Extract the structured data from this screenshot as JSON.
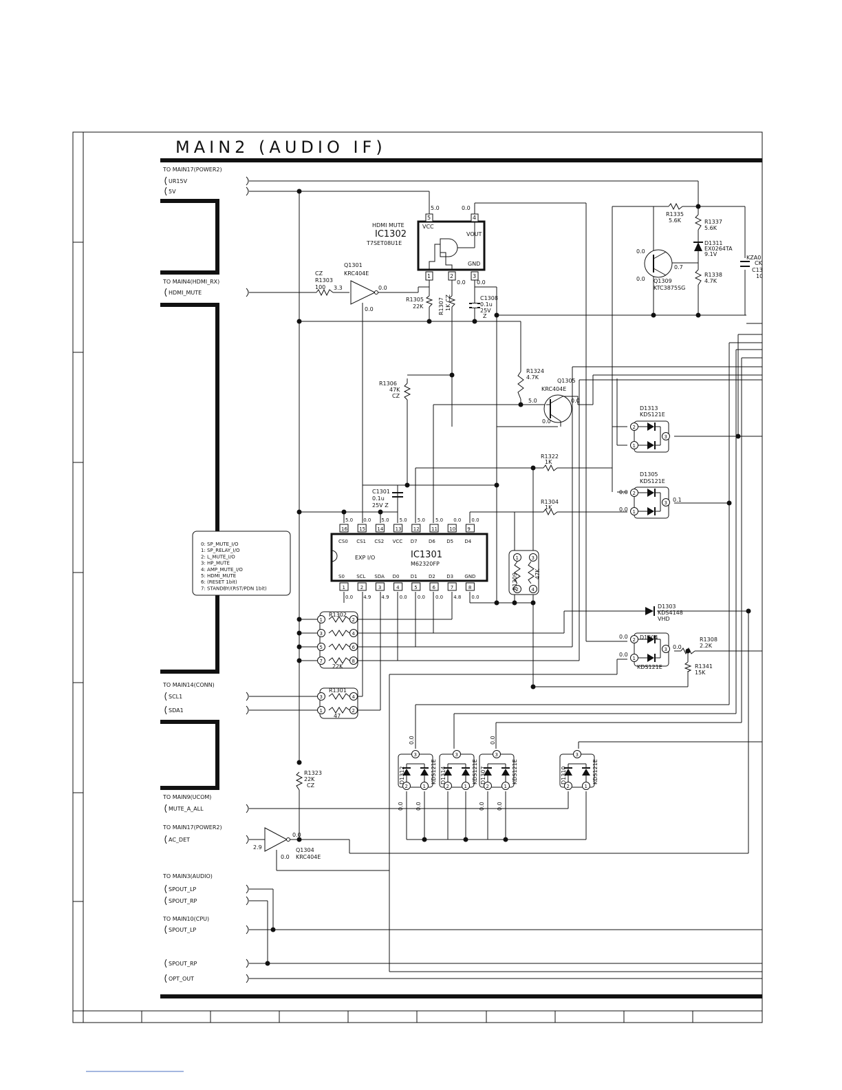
{
  "title": "MAIN2 (AUDIO IF)",
  "connectors": {
    "power2_top": {
      "label": "TO MAIN17(POWER2)",
      "pins": [
        "UR15V",
        "5V"
      ]
    },
    "hdmi_rx": {
      "label": "TO MAIN4(HDMI_RX)",
      "pins": [
        "HDMI_MUTE"
      ]
    },
    "conn": {
      "label": "TO MAIN14(CONN)",
      "pins": [
        "SCL1",
        "SDA1"
      ]
    },
    "ucom": {
      "label": "TO MAIN9(UCOM)",
      "pins": [
        "MUTE_A_ALL"
      ]
    },
    "power2_bot": {
      "label": "TO MAIN17(POWER2)",
      "pins": [
        "AC_DET"
      ]
    },
    "audio": {
      "label": "TO MAIN3(AUDIO)",
      "pins": [
        "SPOUT_LP",
        "SPOUT_RP"
      ]
    },
    "cpu": {
      "label": "TO MAIN10(CPU)",
      "pins": [
        "SPOUT_LP",
        "SPOUT_RP",
        "OPT_OUT"
      ]
    }
  },
  "ic1302": {
    "role": "HDMI MUTE",
    "ref": "IC1302",
    "part": "T7SET08U1E",
    "pins_top": [
      "5",
      "4"
    ],
    "pins_bottom": [
      "1",
      "2",
      "3"
    ],
    "pin_names": [
      "VCC",
      "VOUT",
      "GND"
    ],
    "volts": [
      "5.0",
      "0.0",
      "0.0",
      "0.0"
    ]
  },
  "ic1301": {
    "role": "EXP I/O",
    "ref": "IC1301",
    "part": "M62320FP",
    "top_pins": [
      "16",
      "15",
      "14",
      "13",
      "12",
      "11",
      "10",
      "9"
    ],
    "top_names": [
      "CS0",
      "CS1",
      "CS2",
      "VCC",
      "D7",
      "D6",
      "D5",
      "D4"
    ],
    "top_volts": [
      "5.0",
      "0.0",
      "5.0",
      "5.0",
      "5.0",
      "5.0",
      "0.0",
      "0.0"
    ],
    "bottom_pins": [
      "1",
      "2",
      "3",
      "4",
      "5",
      "6",
      "7",
      "8"
    ],
    "bottom_names": [
      "S0",
      "SCL",
      "SDA",
      "D0",
      "D1",
      "D2",
      "D3",
      "GND"
    ],
    "bottom_volts": [
      "0.0",
      "4.9",
      "4.9",
      "0.0",
      "0.0",
      "0.0",
      "4.8",
      "0.0"
    ]
  },
  "legend": [
    "0:  SP_MUTE_I/O",
    "1:  SP_RELAY_I/O",
    "2:  L_MUTE_I/O",
    "3:  HP_MUTE",
    "4:  AMP_MUTE_I/O",
    "5:  HDMI_MUTE",
    "6:  (RESET 1bit)",
    "7:  STANDBY/(RST/PDN 1bit)"
  ],
  "transistors": {
    "q1301": {
      "ref": "Q1301",
      "part": "KRC404E",
      "v_in": "3.3",
      "v_out": "0.0",
      "v_e": "0.0"
    },
    "q1305": {
      "ref": "Q1305",
      "part": "KRC404E",
      "v_in": "5.0",
      "v_out": "0.0",
      "v_e": "0.0"
    },
    "q1304": {
      "ref": "Q1304",
      "part": "KRC404E",
      "v_in": "2.9",
      "v_out": "0.0",
      "v_e": "0.0"
    },
    "q1309": {
      "ref": "Q1309",
      "part": "KTC3875SG",
      "v_b": "0.0",
      "v_e": "0.7",
      "v_c": "0.0"
    }
  },
  "resistors": {
    "r1303": {
      "tag": "CZ",
      "ref": "R1303",
      "val": "100"
    },
    "r1305": {
      "ref": "R1305",
      "val": "22K"
    },
    "r1307": {
      "ref": "R1307",
      "val": "1K CZ"
    },
    "r1306": {
      "ref": "R1306",
      "val": "47K",
      "tag": "CZ"
    },
    "r1324": {
      "ref": "R1324",
      "val": "4.7K"
    },
    "r1322": {
      "ref": "R1322",
      "val": "1K"
    },
    "r1304": {
      "ref": "R1304",
      "val": "1K"
    },
    "r1335": {
      "ref": "R1335",
      "val": "5.6K"
    },
    "r1337": {
      "ref": "R1337",
      "val": "5.6K"
    },
    "r1338": {
      "ref": "R1338",
      "val": "4.7K"
    },
    "r1308": {
      "ref": "R1308",
      "val": "2.2K"
    },
    "r1341": {
      "ref": "R1341",
      "val": "15K"
    },
    "r1323": {
      "ref": "R1323",
      "val": "22K",
      "tag": "CZ"
    },
    "r1302": {
      "ref": "R1302",
      "val": "22K"
    },
    "r1301": {
      "ref": "R1301",
      "val": "47"
    },
    "r1309": {
      "ref": "R1309",
      "val": "47K"
    }
  },
  "capacitors": {
    "c1308": {
      "ref": "C1308",
      "val": "0.1u",
      "rating": "25V",
      "tag": "Z"
    },
    "c1301": {
      "ref": "C1301",
      "val": "0.1u",
      "rating": "25V Z"
    },
    "c_edge": {
      "part": "KZA0",
      "l2": "CK",
      "ref": "C13",
      "val": "10"
    }
  },
  "diodes": {
    "d1313": {
      "ref": "D1313",
      "part": "KDS121E"
    },
    "d1305": {
      "ref": "D1305",
      "part": "KDS121E",
      "v1": "0.0",
      "v2": "0.0",
      "v3": "0.1"
    },
    "d1303": {
      "ref": "D1303",
      "part": "KDS4148",
      "tag": "VHD"
    },
    "d1304": {
      "ref": "D1304",
      "part": "KDS121E",
      "v1": "0.0",
      "v2": "0.0",
      "v3": "0.0"
    },
    "d1311": {
      "ref": "D1311",
      "part": "EX0264TA",
      "val": "9.1V"
    },
    "d1312": {
      "ref": "D1312",
      "part": "KDS121E",
      "v": "0.0"
    },
    "d1314": {
      "ref": "D1314",
      "part": "KDS121E"
    },
    "d1307": {
      "ref": "D1307",
      "part": "KDS121E",
      "v": "0.0"
    },
    "d1310": {
      "ref": "D1310",
      "part": "KDS121E"
    }
  },
  "pin_nums": [
    "1",
    "2",
    "3",
    "4",
    "5",
    "6",
    "7",
    "8"
  ],
  "v00": "0.0"
}
